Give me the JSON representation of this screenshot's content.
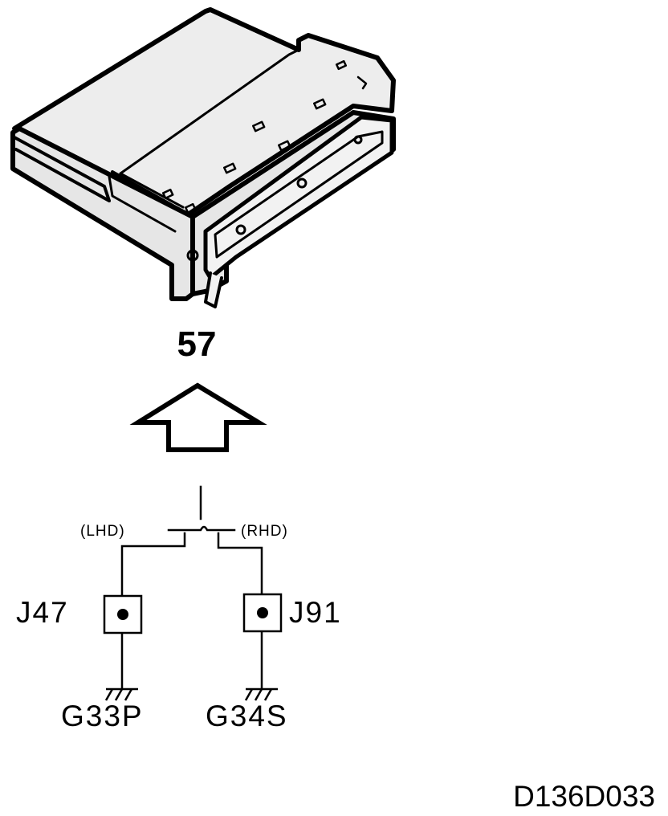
{
  "component": {
    "icon": "electronic-control-module",
    "part_number": "57"
  },
  "wiring": {
    "variant_left": "(LHD)",
    "variant_right": "(RHD)",
    "left_connector": "J47",
    "right_connector": "J91",
    "left_ground": "G33P",
    "right_ground": "G34S"
  },
  "figure_id": "D136D033",
  "colors": {
    "ink": "#000000",
    "module_fill": "#e6e6e6",
    "module_top_fill": "#ededed",
    "background": "#ffffff"
  }
}
